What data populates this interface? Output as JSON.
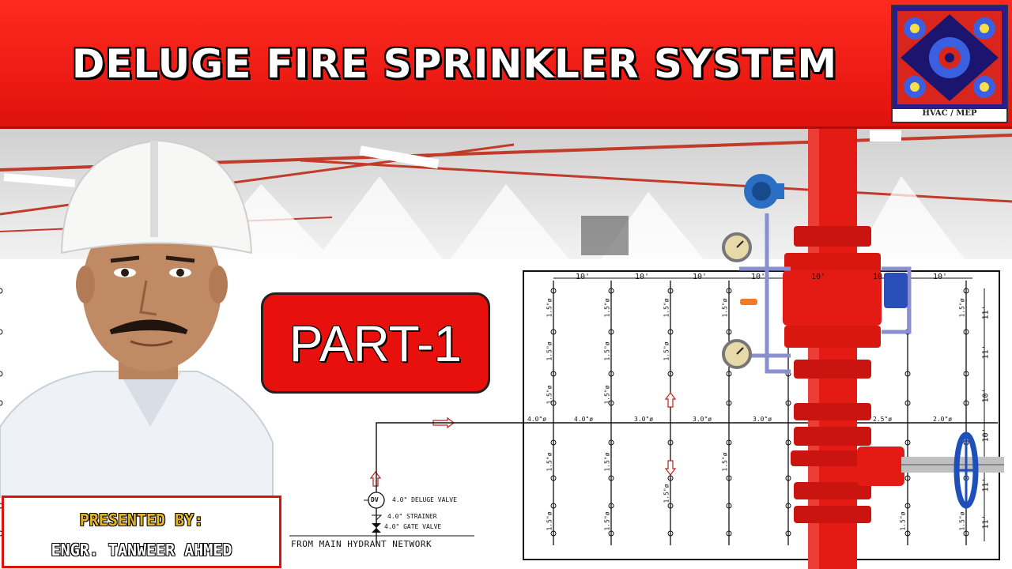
{
  "header": {
    "title": "DELUGE FIRE SPRINKLER SYSTEM",
    "logo_caption": "HVAC / MEP"
  },
  "badge": {
    "part_label": "PART-1"
  },
  "presenter": {
    "presented_by": "PRESENTED BY:",
    "name": "ENGR. TANWEER AHMED"
  },
  "diagram": {
    "spacing_labels": [
      "10'",
      "10'",
      "10'",
      "10'",
      "10'",
      "10'",
      "10'"
    ],
    "main_pipe_labels": [
      "4.0\"ø",
      "4.0\"ø",
      "3.0\"ø",
      "3.0\"ø",
      "3.0\"ø",
      "2.5\"ø",
      "2.0\"ø"
    ],
    "branch_label": "1.5\"ø",
    "right_dims": [
      "11'",
      "11'",
      "10'",
      "10'",
      "11'",
      "11'"
    ],
    "valve_symbol": "DV",
    "valve_labels": [
      "4.0\" DELUGE VALVE",
      "4.0\" STRAINER",
      "4.0\" GATE VALVE"
    ],
    "source_label": "FROM MAIN HYDRANT NETWORK"
  },
  "colors": {
    "banner_red": "#e8140f",
    "pipe_red": "#e41b14",
    "gold": "#e3b32a",
    "valve_blue": "#1f4fb8"
  }
}
